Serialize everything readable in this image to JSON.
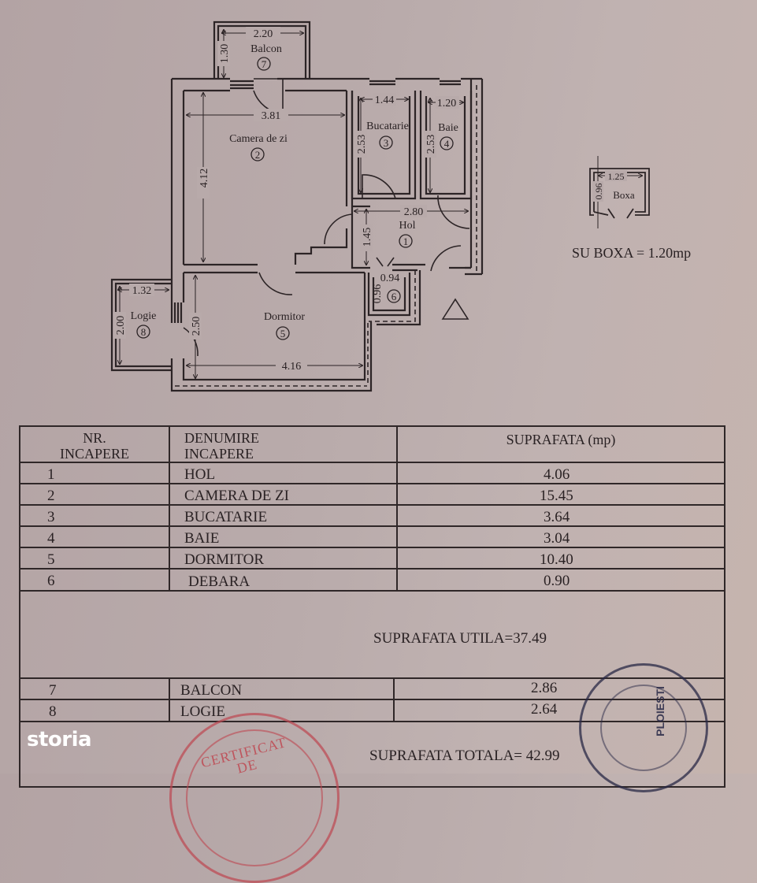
{
  "floor_plan": {
    "rooms": [
      {
        "nr": "1",
        "label": "Hol",
        "dims": [
          "2.80",
          "1.45"
        ]
      },
      {
        "nr": "2",
        "label": "Camera de zi",
        "dims": [
          "3.81",
          "4.12"
        ]
      },
      {
        "nr": "3",
        "label": "Bucatarie",
        "dims": [
          "1.44",
          "2.53"
        ]
      },
      {
        "nr": "4",
        "label": "Baie",
        "dims": [
          "1.20",
          "2.53"
        ]
      },
      {
        "nr": "5",
        "label": "Dormitor",
        "dims": [
          "4.16",
          "2.50"
        ]
      },
      {
        "nr": "6",
        "label": "",
        "dims": [
          "0.94",
          "0.96"
        ]
      },
      {
        "nr": "7",
        "label": "Balcon",
        "dims": [
          "2.20",
          "1.30"
        ]
      },
      {
        "nr": "8",
        "label": "Logie",
        "dims": [
          "1.32",
          "2.00"
        ]
      }
    ],
    "boxa": {
      "label": "Boxa",
      "dims": [
        "1.25",
        "0.96"
      ]
    },
    "su_boxa": "SU BOXA = 1.20mp"
  },
  "table": {
    "headers": {
      "nr_line1": "NR.",
      "nr_line2": "INCAPERE",
      "name_line1": "DENUMIRE",
      "name_line2": "INCAPERE",
      "area": "SUPRAFATA (mp)"
    },
    "rows": [
      {
        "nr": "1",
        "name": "HOL",
        "area": "4.06"
      },
      {
        "nr": "2",
        "name": "CAMERA DE ZI",
        "area": "15.45"
      },
      {
        "nr": "3",
        "name": "BUCATARIE",
        "area": "3.64"
      },
      {
        "nr": "4",
        "name": "BAIE",
        "area": "3.04"
      },
      {
        "nr": "5",
        "name": "DORMITOR",
        "area": "10.40"
      },
      {
        "nr": "6",
        "name": "DEBARA",
        "area": "0.90"
      }
    ],
    "suprafata_utila": "SUPRAFATA  UTILA=37.49",
    "extra_rows": [
      {
        "nr": "7",
        "name": "BALCON",
        "area": "2.86"
      },
      {
        "nr": "8",
        "name": "LOGIE",
        "area": "2.64"
      }
    ],
    "suprafata_totala": "SUPRAFATA TOTALA= 42.99"
  },
  "stamps": {
    "red": {
      "line1": "CERTIFICAT",
      "line2": "DE"
    },
    "blue": {
      "center": "PLOIESTI"
    }
  },
  "watermark": "storia"
}
